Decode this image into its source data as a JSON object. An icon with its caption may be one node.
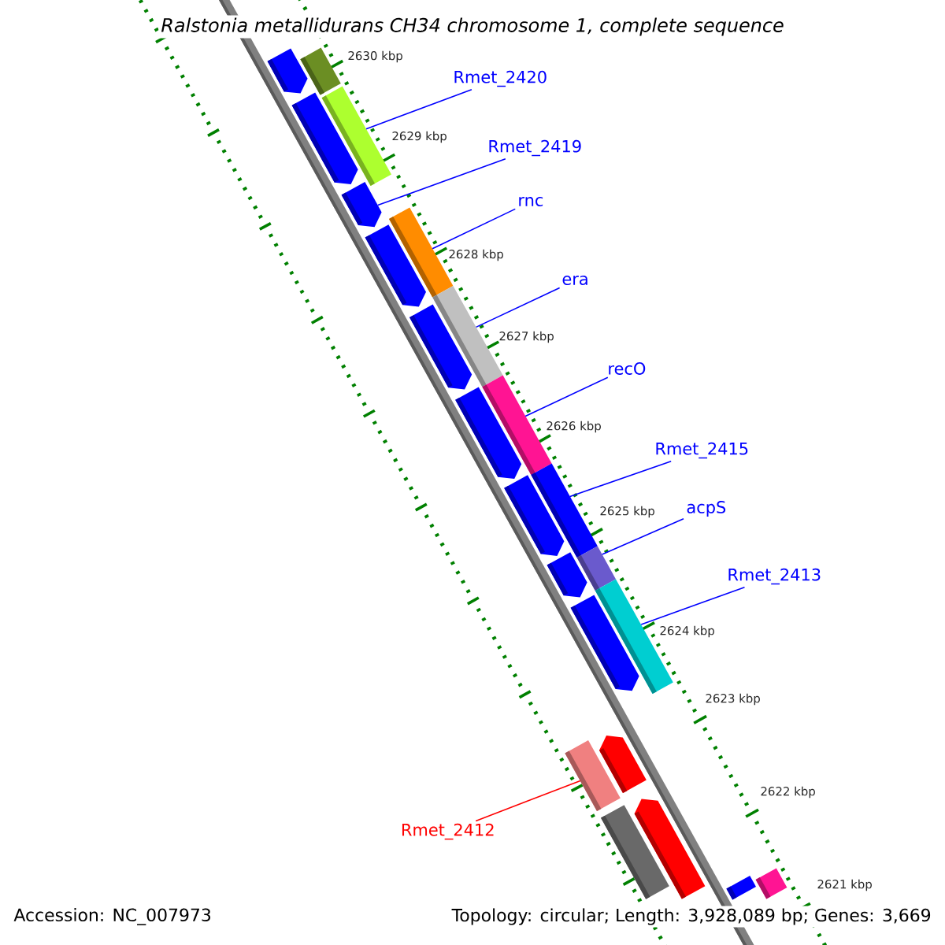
{
  "diagram": {
    "title": "Ralstonia metallidurans CH34 chromosome 1, complete sequence",
    "nodes": [
      {
        "text": [
          "Rmet_2420"
        ]
      },
      {
        "text": [
          "Rmet_2419"
        ]
      },
      {
        "text": [
          "rnc"
        ]
      },
      {
        "text": [
          "era"
        ]
      },
      {
        "text": [
          "recO"
        ]
      },
      {
        "text": [
          "Rmet_2415"
        ]
      },
      {
        "text": [
          "acpS"
        ]
      },
      {
        "text": [
          "Rmet_2413"
        ]
      },
      {
        "text": [
          "Rmet_2412"
        ]
      },
      {
        "text": [],
        "shape": "bar"
      },
      {
        "text": [],
        "shape": "arrow"
      },
      {
        "text": [],
        "shape": "arrow"
      },
      {
        "text": [],
        "shape": "bar"
      },
      {
        "text": [],
        "shape": "arrow"
      },
      {
        "text": [],
        "shape": "bar"
      },
      {
        "text": [],
        "shape": "arrow"
      },
      {
        "text": [],
        "shape": "bar"
      },
      {
        "text": [],
        "shape": "arrow"
      },
      {
        "text": [],
        "shape": "arrow"
      },
      {
        "text": [],
        "shape": "bar"
      },
      {
        "text": [],
        "shape": "arrow"
      },
      {
        "text": [],
        "shape": "bar"
      },
      {
        "text": [],
        "shape": "arrow"
      },
      {
        "text": [],
        "shape": "bar"
      },
      {
        "text": [],
        "shape": "bar"
      },
      {
        "text": [],
        "shape": "arrow"
      },
      {
        "text": [],
        "shape": "bar"
      },
      {
        "text": [],
        "shape": "arrow"
      },
      {
        "text": [],
        "shape": "bar"
      },
      {
        "text": [],
        "shape": "pentagon"
      },
      {
        "text": [],
        "shape": "bar"
      },
      {
        "text": [],
        "shape": "bar"
      }
    ],
    "edges": [
      {
        "from": 0,
        "to": 12,
        "arrow": "none"
      },
      {
        "from": 1,
        "to": 13,
        "arrow": "none"
      },
      {
        "from": 2,
        "to": 14,
        "arrow": "none"
      },
      {
        "from": 3,
        "to": 16,
        "arrow": "none"
      },
      {
        "from": 4,
        "to": 19,
        "arrow": "none"
      },
      {
        "from": 5,
        "to": 21,
        "arrow": "none"
      },
      {
        "from": 6,
        "to": 23,
        "arrow": "none"
      },
      {
        "from": 7,
        "to": 24,
        "arrow": "none"
      },
      {
        "from": 8,
        "to": 26,
        "arrow": "none",
        "color": "#ff0000"
      }
    ],
    "labels": [
      "2630 kbp",
      "2629 kbp",
      "2628 kbp",
      "2627 kbp",
      "2626 kbp",
      "2625 kbp",
      "2624 kbp",
      "2623 kbp",
      "2622 kbp",
      "2621 kbp",
      "Accession: NC_007973",
      "Topology: circular; Length: 3,928,089 bp; Genes: 3,669"
    ]
  }
}
